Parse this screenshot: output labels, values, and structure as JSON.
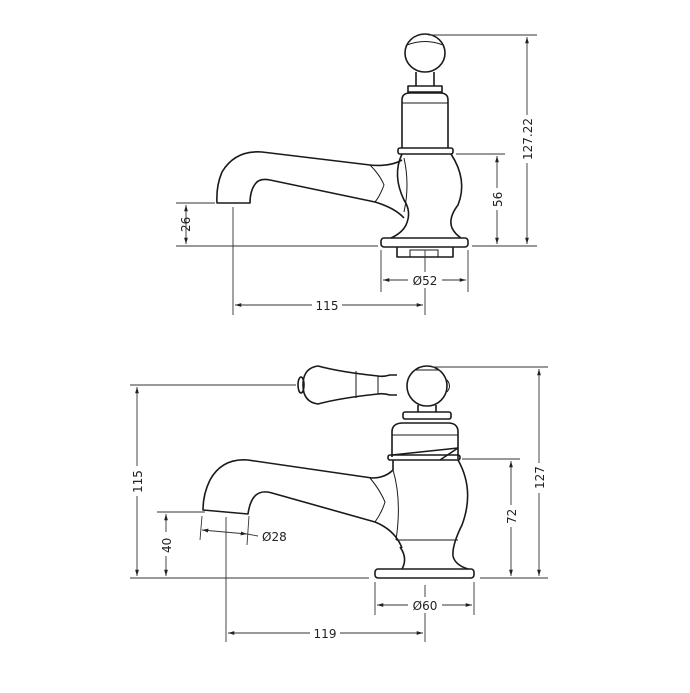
{
  "top_view": {
    "dimensions": {
      "spout_height": "26",
      "reach": "115",
      "base_diameter": "Ø52",
      "body_height": "56",
      "overall_height": "127.22"
    }
  },
  "bottom_view": {
    "dimensions": {
      "lever_height": "115",
      "spout_height": "40",
      "outlet_diameter": "Ø28",
      "reach": "119",
      "base_diameter": "Ø60",
      "body_height": "72",
      "overall_height": "127"
    }
  },
  "colors": {
    "line": "#1a1a1a",
    "background": "#ffffff"
  }
}
